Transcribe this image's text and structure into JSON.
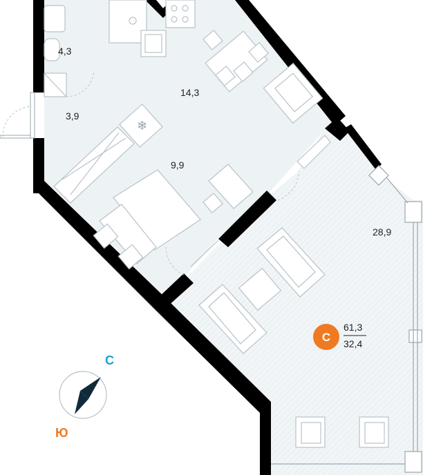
{
  "rooms": [
    {
      "id": "bathroom",
      "label": "4,3"
    },
    {
      "id": "hall",
      "label": "3,9"
    },
    {
      "id": "kitchen",
      "label": "14,3"
    },
    {
      "id": "bedroom",
      "label": "9,9"
    },
    {
      "id": "living",
      "label": "28,9"
    }
  ],
  "summary": {
    "badge_letter": "С",
    "total_area": "61,3",
    "living_area": "32,4",
    "badge_color": "#f07a22"
  },
  "compass": {
    "north_label": "С",
    "south_label": "Ю",
    "north_color": "#1aa0d8",
    "south_color": "#f07a22",
    "needle_color": "#0f2a3a"
  },
  "colors": {
    "wall": "#000000",
    "floor": "#edf2f4",
    "furniture_stroke": "#b8c2c8"
  }
}
